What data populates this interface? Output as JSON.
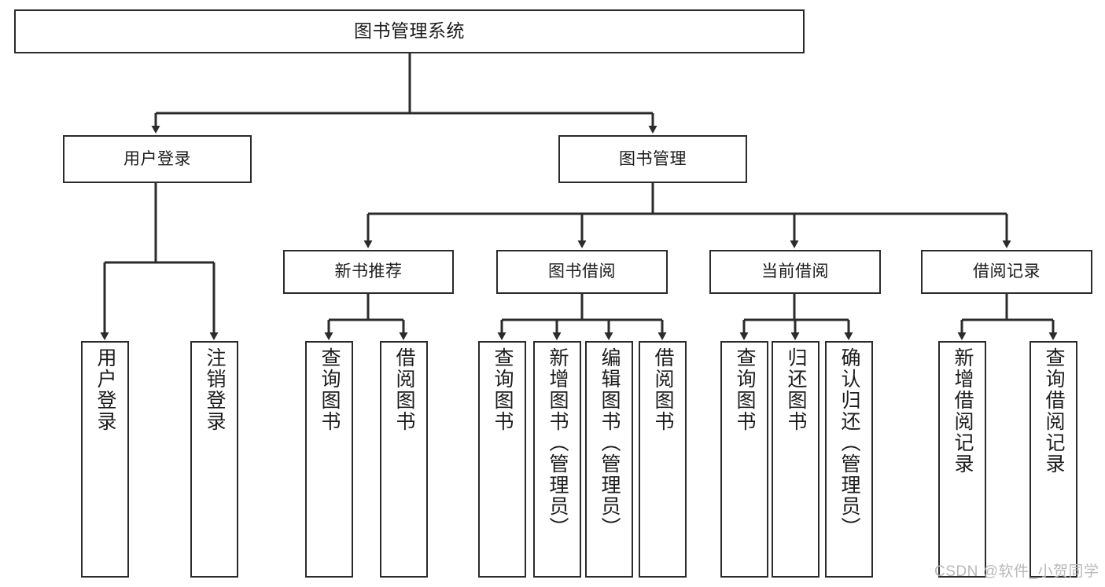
{
  "diagram": {
    "title": "图书管理系统",
    "type": "tree-hierarchy-diagram",
    "colors": {
      "box_border": "#2b2b2b",
      "box_fill": "#ffffff",
      "connector": "#2b2b2b",
      "text": "#1c1c1c",
      "watermark": "#b9b9b9"
    },
    "root": {
      "label": "图书管理系统"
    },
    "level2": [
      {
        "label": "用户登录"
      },
      {
        "label": "图书管理"
      }
    ],
    "level3": [
      {
        "label": "新书推荐"
      },
      {
        "label": "图书借阅"
      },
      {
        "label": "当前借阅"
      },
      {
        "label": "借阅记录"
      }
    ],
    "leaves": {
      "user_login": [
        {
          "label": "用户登录"
        },
        {
          "label": "注销登录"
        }
      ],
      "new_book_recommend": [
        {
          "label": "查询图书"
        },
        {
          "label": "借阅图书"
        }
      ],
      "book_borrow": [
        {
          "label": "查询图书"
        },
        {
          "label": "新增图书（管理员）"
        },
        {
          "label": "编辑图书（管理员）"
        },
        {
          "label": "借阅图书"
        }
      ],
      "current_borrow": [
        {
          "label": "查询图书"
        },
        {
          "label": "归还图书"
        },
        {
          "label": "确认归还（管理员）"
        }
      ],
      "borrow_records": [
        {
          "label": "新增借阅记录"
        },
        {
          "label": "查询借阅记录"
        }
      ]
    }
  },
  "watermark": {
    "text": "CSDN @软件_小贺同学"
  }
}
